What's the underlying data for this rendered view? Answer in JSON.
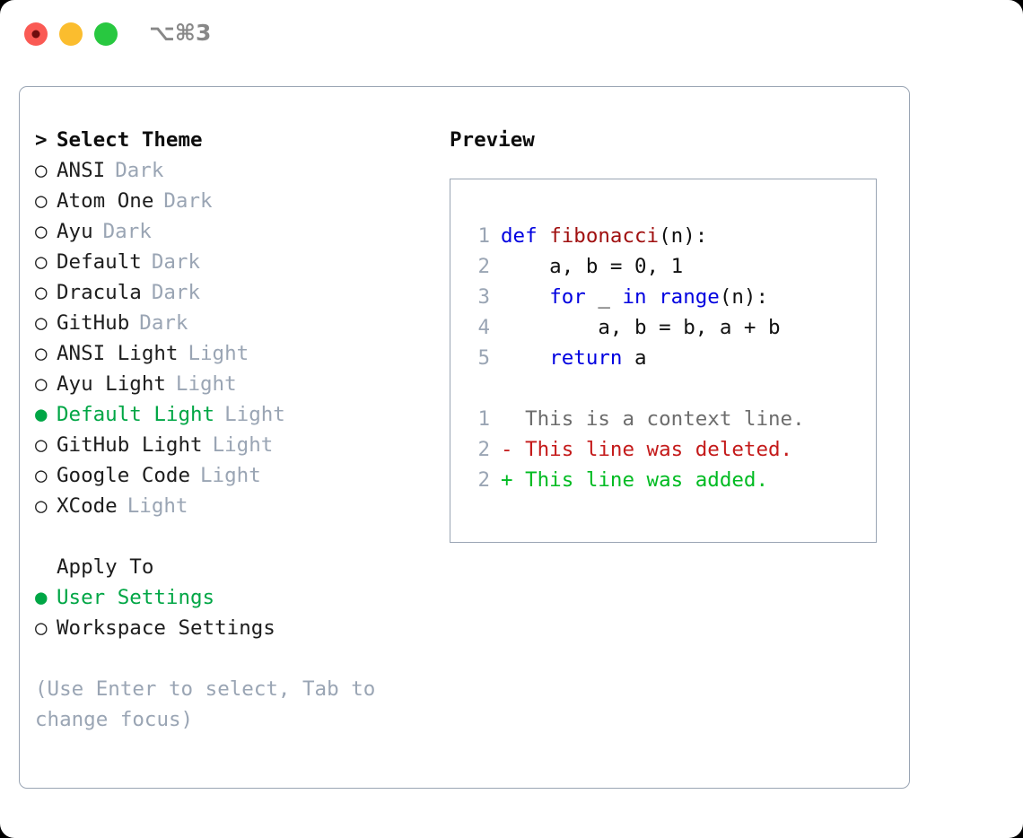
{
  "window": {
    "title": "⌥⌘3",
    "traffic_lights": [
      {
        "name": "close",
        "color": "#fa5a54"
      },
      {
        "name": "minimize",
        "color": "#fbbd2e"
      },
      {
        "name": "maximize",
        "color": "#28c840"
      }
    ]
  },
  "theme_panel": {
    "header_prefix": ">",
    "header_label": "Select Theme",
    "unselected_bullet": "○",
    "selected_bullet": "●",
    "items": [
      {
        "name": "ANSI",
        "kind": "Dark",
        "selected": false
      },
      {
        "name": "Atom One",
        "kind": "Dark",
        "selected": false
      },
      {
        "name": "Ayu",
        "kind": "Dark",
        "selected": false
      },
      {
        "name": "Default",
        "kind": "Dark",
        "selected": false
      },
      {
        "name": "Dracula",
        "kind": "Dark",
        "selected": false
      },
      {
        "name": "GitHub",
        "kind": "Dark",
        "selected": false
      },
      {
        "name": "ANSI Light",
        "kind": "Light",
        "selected": false
      },
      {
        "name": "Ayu Light",
        "kind": "Light",
        "selected": false
      },
      {
        "name": "Default Light",
        "kind": "Light",
        "selected": true
      },
      {
        "name": "GitHub Light",
        "kind": "Light",
        "selected": false
      },
      {
        "name": "Google Code",
        "kind": "Light",
        "selected": false
      },
      {
        "name": "XCode",
        "kind": "Light",
        "selected": false
      }
    ]
  },
  "apply_to": {
    "header_label": "Apply To",
    "options": [
      {
        "label": "User Settings",
        "selected": true
      },
      {
        "label": "Workspace Settings",
        "selected": false
      }
    ]
  },
  "hint": {
    "line1": "(Use Enter to select, Tab to",
    "line2": "change focus)"
  },
  "preview": {
    "title": "Preview",
    "code_lines": [
      {
        "no": "1",
        "tokens": [
          {
            "t": "def ",
            "c": "kw"
          },
          {
            "t": "fibonacci",
            "c": "fn"
          },
          {
            "t": "(n):",
            "c": "plain"
          }
        ]
      },
      {
        "no": "2",
        "tokens": [
          {
            "t": "    a, b = 0, 1",
            "c": "plain"
          }
        ]
      },
      {
        "no": "3",
        "tokens": [
          {
            "t": "    ",
            "c": "plain"
          },
          {
            "t": "for",
            "c": "kw"
          },
          {
            "t": " _ ",
            "c": "plain"
          },
          {
            "t": "in",
            "c": "kw"
          },
          {
            "t": " ",
            "c": "plain"
          },
          {
            "t": "range",
            "c": "kw"
          },
          {
            "t": "(n):",
            "c": "plain"
          }
        ]
      },
      {
        "no": "4",
        "tokens": [
          {
            "t": "        a, b = b, a + b",
            "c": "plain"
          }
        ]
      },
      {
        "no": "5",
        "tokens": [
          {
            "t": "    ",
            "c": "plain"
          },
          {
            "t": "return",
            "c": "kw"
          },
          {
            "t": " a",
            "c": "plain"
          }
        ]
      }
    ],
    "diff_lines": [
      {
        "no": "1",
        "marker": " ",
        "text": " This is a context line.",
        "kind": "ctx"
      },
      {
        "no": "2",
        "marker": "-",
        "text": " This line was deleted.",
        "kind": "del"
      },
      {
        "no": "2",
        "marker": "+",
        "text": " This line was added.",
        "kind": "add"
      }
    ]
  },
  "colors": {
    "accent_green": "#00a645",
    "muted_gray": "#9aa5b4",
    "keyword_blue": "#0000e0",
    "function_red": "#a01010",
    "diff_delete": "#c41a1a",
    "diff_add": "#00bb22",
    "border": "#9aa5b4"
  }
}
